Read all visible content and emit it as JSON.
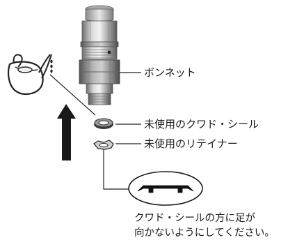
{
  "labels": {
    "bonnet": "ボンネット",
    "quad_seal": "未使用のクワド・シール",
    "retainer": "未使用のリテイナー"
  },
  "note": {
    "line1": "クワド・シールの方に足が",
    "line2": "向かないようにしてください。"
  }
}
